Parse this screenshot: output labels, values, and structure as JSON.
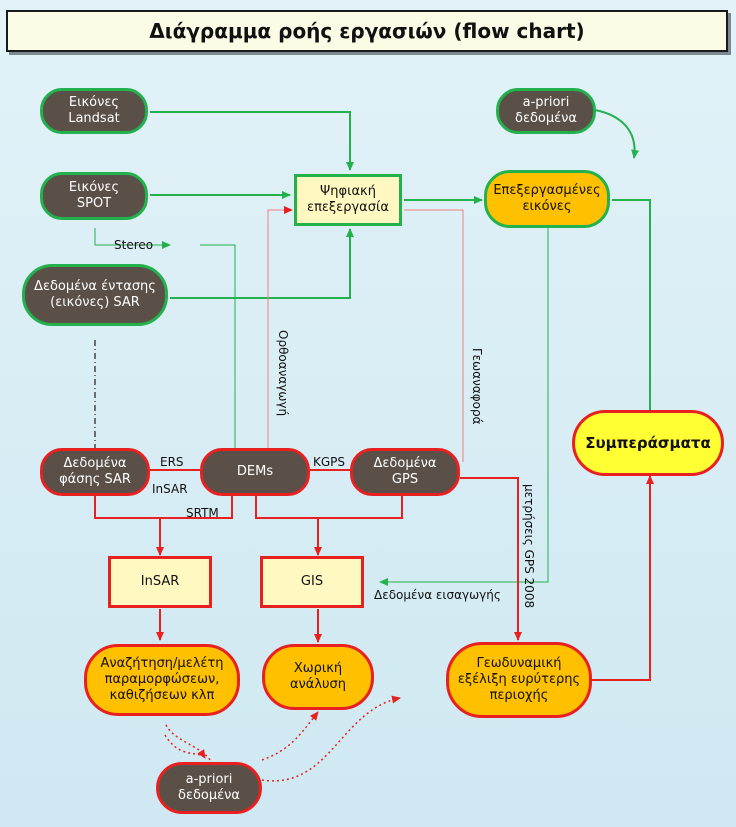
{
  "title": "Διάγραμμα ροής εργασιών (flow chart)",
  "nodes": {
    "landsat": "Εικόνες\nLandsat",
    "apriori_top": "a-priori\nδεδομένα",
    "spot": "Εικόνες\nSPOT",
    "digital_processing": "Ψηφιακή\nεπεξεργασία",
    "processed_images": "Επεξεργασμένες\nεικόνες",
    "sar_intensity": "Δεδομένα έντασης\n(εικόνες) SAR",
    "conclusions": "Συμπεράσματα",
    "sar_phase": "Δεδομένα\nφάσης SAR",
    "dems": "DEMs",
    "gps": "Δεδομένα\nGPS",
    "insar_box": "InSAR",
    "gis_box": "GIS",
    "deformation": "Αναζήτηση/μελέτη\nπαραμορφώσεων,\nκαθιζήσεων κλπ",
    "spatial": "Χωρική\nανάλυση",
    "geodynamic": "Γεωδυναμική\nεξέλιξη ευρύτερης\nπεριοχής",
    "apriori_bottom": "a-priori\nδεδομένα"
  },
  "labels": {
    "stereo": "Stereo",
    "ers": "ERS",
    "insar": "InSAR",
    "kgps": "KGPS",
    "srtm": "SRTM",
    "input_data": "Δεδομένα εισαγωγής",
    "orthorectification": "Ορθοαναγωγή",
    "georeference": "Γεωαναφορά",
    "gps_measurements": "μετρήσεις GPS 2008"
  },
  "colors": {
    "green": "#22b14c",
    "red": "#e82020",
    "pink": "#f08080",
    "dark_node": "#5a5048",
    "orange_node": "#ffc000",
    "yellow_node": "#ffff33",
    "box_fill": "#fff8c0"
  }
}
